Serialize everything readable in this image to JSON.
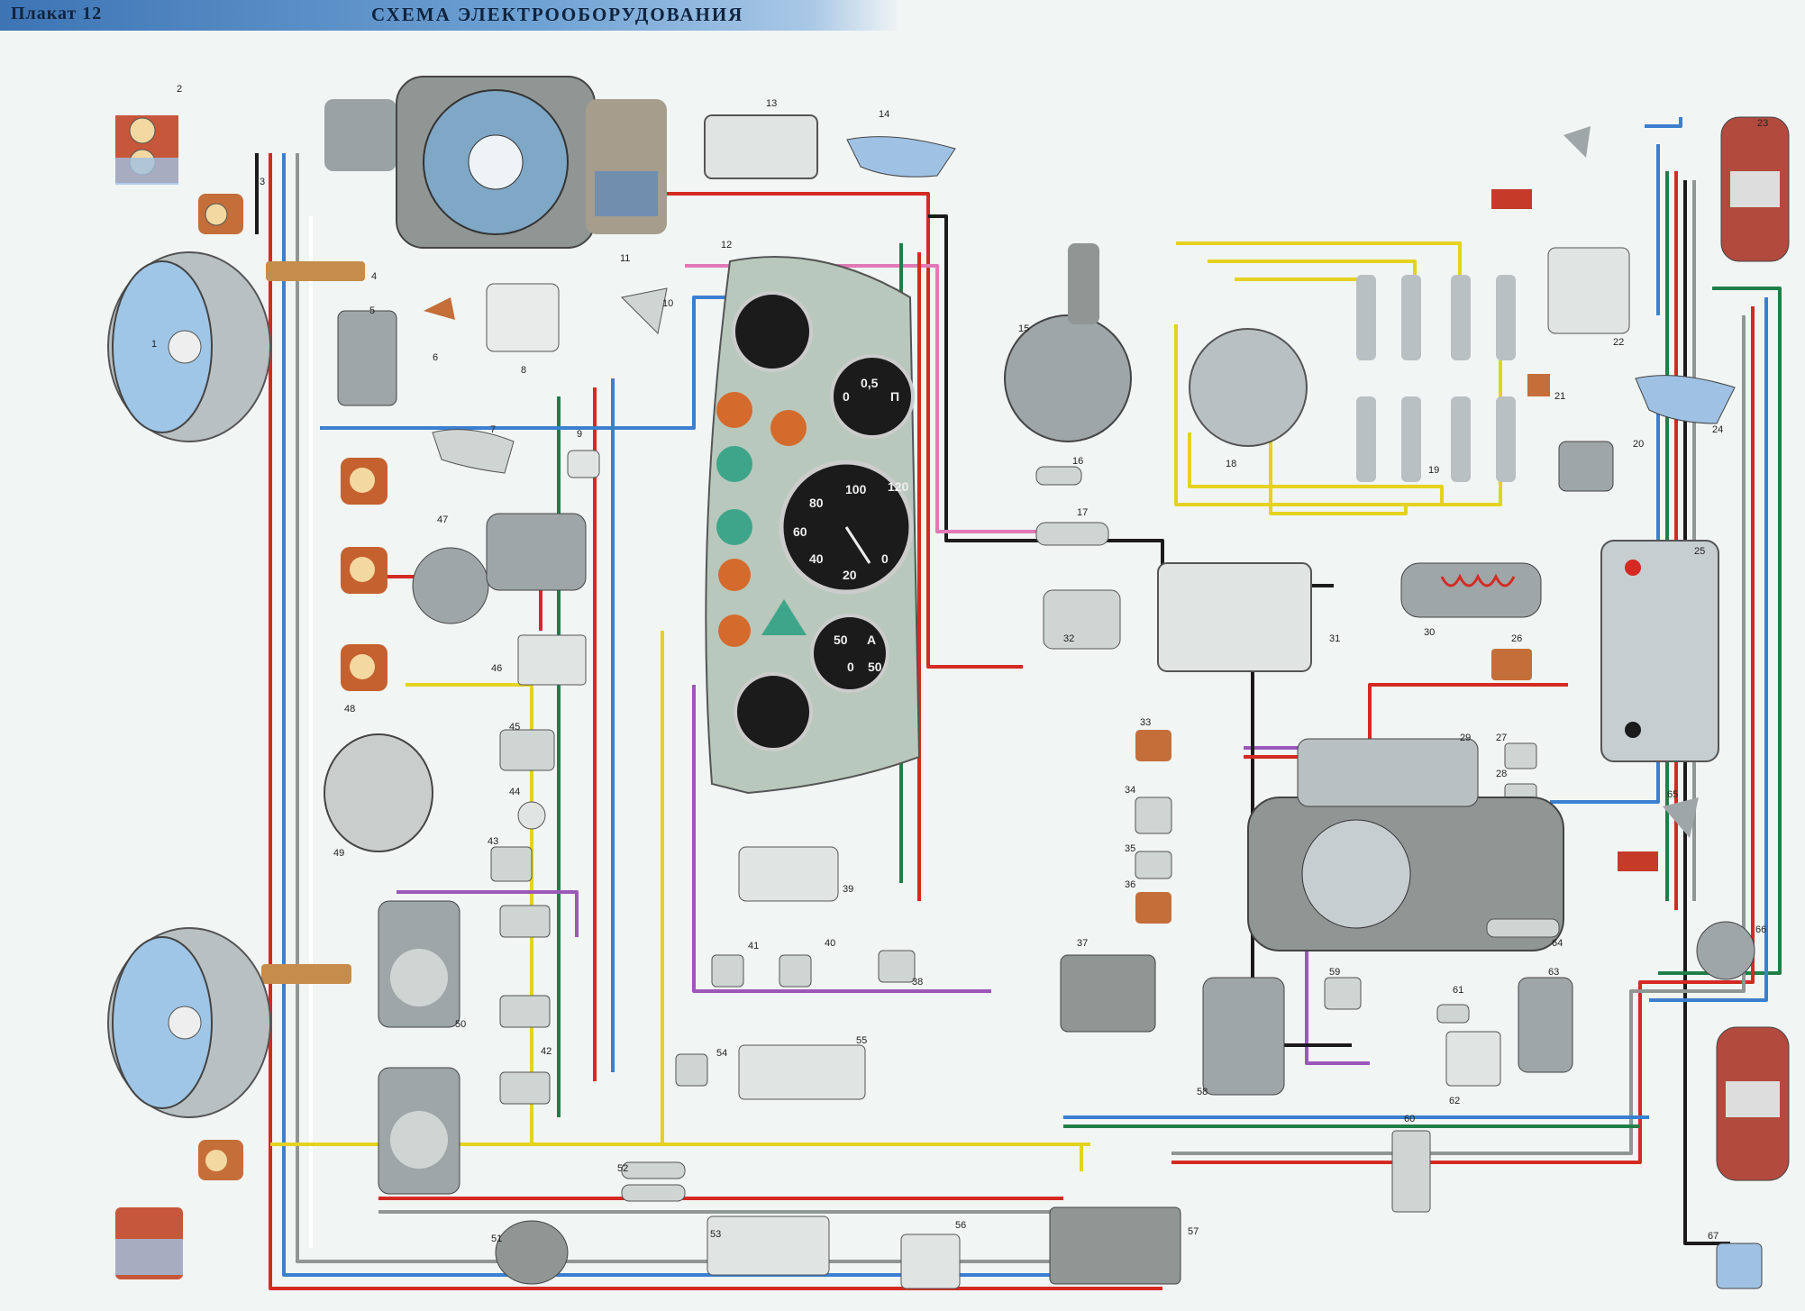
{
  "header": {
    "plate": "Плакат 12",
    "title": "СХЕМА ЭЛЕКТРООБОРУДОВАНИЯ"
  },
  "colors": {
    "wire_red": "#d42a22",
    "wire_blue": "#3b7fd1",
    "wire_yellow": "#e5d21f",
    "wire_green": "#1f7f47",
    "wire_black": "#1b1b1b",
    "wire_brown": "#9a4a1e",
    "wire_purple": "#9b58b8",
    "wire_pink": "#e07ab6",
    "wire_white": "#ffffff",
    "component_grey": "#8f9694",
    "panel_green": "#b9c8bc",
    "lamp_orange": "#d46a2c",
    "background": "#f1f5f4",
    "header_blue": "#3d74b4"
  },
  "labels": {
    "n1": "1",
    "n2": "2",
    "n3": "3",
    "n4": "4",
    "n5": "5",
    "n6": "6",
    "n7": "7",
    "n8": "8",
    "n9": "9",
    "n10": "10",
    "n11": "11",
    "n12": "12",
    "n13": "13",
    "n14": "14",
    "n15": "15",
    "n16": "16",
    "n17": "17",
    "n18": "18",
    "n19": "19",
    "n20": "20",
    "n21": "21",
    "n22": "22",
    "n23": "23",
    "n24": "24",
    "n25": "25",
    "n26": "26",
    "n27": "27",
    "n28": "28",
    "n29": "29",
    "n30": "30",
    "n31": "31",
    "n32": "32",
    "n33": "33",
    "n34": "34",
    "n35": "35",
    "n36": "36",
    "n37": "37",
    "n38": "38",
    "n39": "39",
    "n40": "40",
    "n41": "41",
    "n42": "42",
    "n43": "43",
    "n44": "44",
    "n45": "45",
    "n46": "46",
    "n47": "47",
    "n48": "48",
    "n49": "49",
    "n50": "50",
    "n51": "51",
    "n52": "52",
    "n53": "53",
    "n54": "54",
    "n55": "55",
    "n56": "56",
    "n57": "57",
    "n58": "58",
    "n59": "59",
    "n60": "60",
    "n61": "61",
    "n62": "62",
    "n63": "63",
    "n64": "64",
    "n65": "65",
    "n66": "66",
    "n67": "67"
  },
  "gauges": {
    "speed_120": "120",
    "speed_100": "100",
    "speed_80": "80",
    "speed_60": "60",
    "speed_40": "40",
    "speed_20": "20",
    "speed_0": "0",
    "fuel_0": "0",
    "fuel_half": "0,5",
    "fuel_full": "П",
    "amp_50": "50",
    "amp_0": "0",
    "amp_a": "А",
    "amp_m50": "50"
  }
}
